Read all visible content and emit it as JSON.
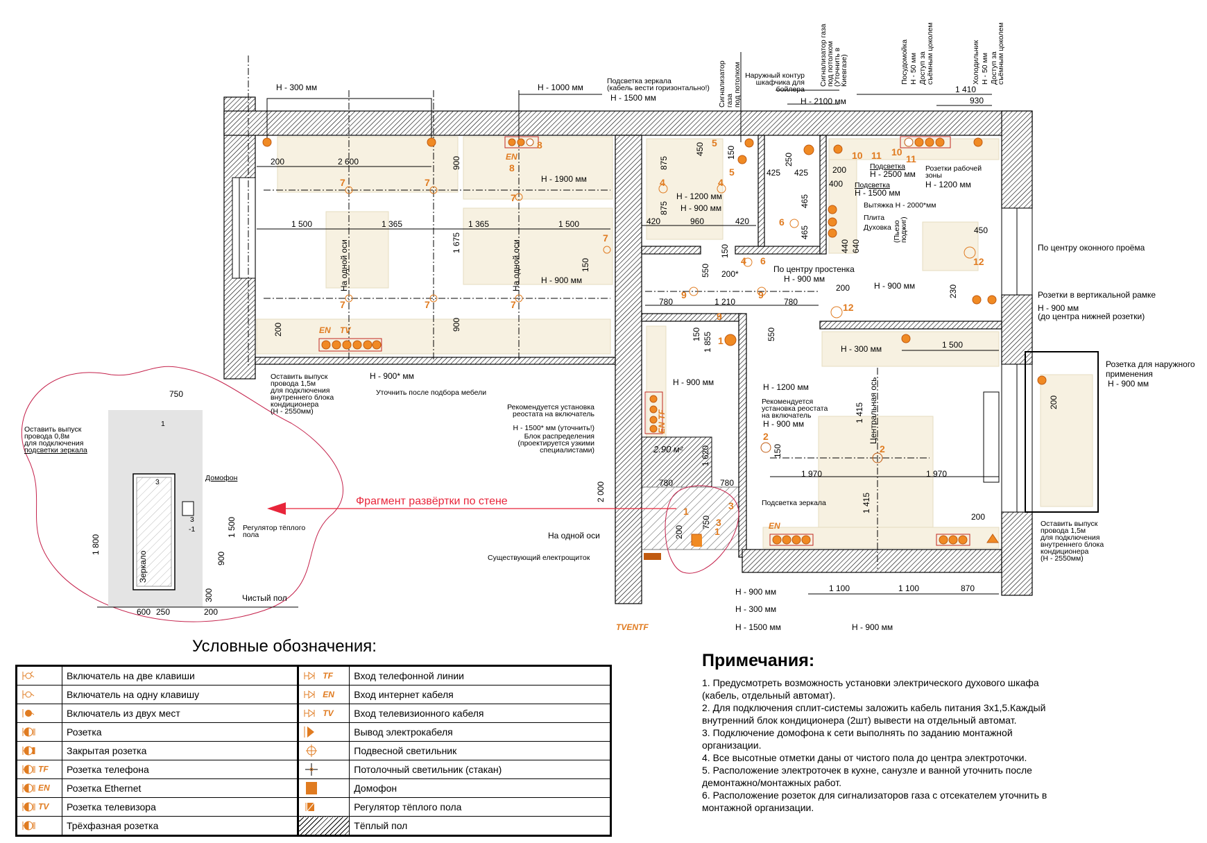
{
  "colors": {
    "accent": "#e07b20",
    "red": "#e8253a",
    "furniture": "#f7f1e1",
    "wall": "#000000"
  },
  "plan": {
    "top": [
      "Н - 300 мм",
      "Н - 1000 мм",
      "Подсветка зеркала",
      "(кабель вести горизонтально!)",
      "Н - 1500 мм",
      "Сигнализатор",
      "газа",
      "под потолком",
      "Наружный контур",
      "шкафчика для",
      "бойлера",
      "Н - 2100 мм",
      "Сигнализатор газа",
      "под потолком",
      "(Уточнить в",
      "Киевгазе)",
      "Посудомойка",
      "Н - 50 мм",
      "Доступ за",
      "съёмным цоколем",
      "1 410",
      "930",
      "Холодильник",
      "Н - 50 мм",
      "Доступ за",
      "съёмным цоколем"
    ],
    "living": [
      "200",
      "2 600",
      "900",
      "Н - 1900 мм",
      "1 500",
      "1 365",
      "1 365",
      "1 500",
      "1 675",
      "На одной оси",
      "На одной оси",
      "900",
      "Н - 900 мм",
      "150",
      "200",
      "EN",
      "TV",
      "Оставить выпуск",
      "провода 1,5м",
      "для подключения",
      "внутреннего блока",
      "кондиционера",
      "(Н - 2550мм)",
      "Н - 900* мм",
      "Уточнить после подбора мебели",
      "EN"
    ],
    "bath": [
      "450",
      "150",
      "875",
      "875",
      "Н - 1200 мм",
      "Н - 900 мм",
      "420",
      "960",
      "420",
      "250",
      "425",
      "425",
      "465",
      "465"
    ],
    "kitchen": [
      "200",
      "400",
      "Подсветка",
      "Н - 2500 мм",
      "Подсветка",
      "Н - 1500 мм",
      "Розетки рабочей",
      "зоны",
      "Н - 1200 мм",
      "Вытяжка Н - 2000*мм",
      "Плита",
      "Духовка",
      "(Пьезо",
      "поджиг)",
      "440",
      "640",
      "450",
      "По центру оконного проёма",
      "Розетки в вертикальной рамке",
      "Н - 900 мм",
      "(до центра нижней розетки)",
      "230",
      "200",
      "Н - 900 мм"
    ],
    "corridor": [
      "550",
      "150",
      "200*",
      "По центру простенка",
      "Н - 900 мм",
      "780",
      "1 210",
      "780",
      "150",
      "1 855",
      "550",
      "Н - 900 мм",
      "Н - 1200 мм"
    ],
    "bedroom": [
      "Н - 300 мм",
      "1 500",
      "Розетка для наружного",
      "применения",
      "Н - 900 мм",
      "200",
      "Рекомендуется",
      "установка реостата",
      "на включатель",
      "Н - 900 мм",
      "Центральная ось",
      "1 415",
      "1 415",
      "150",
      "1 970",
      "1 970",
      "Подсветка зеркала",
      "EN",
      "200",
      "Оставить выпуск",
      "провода 1,5м",
      "для подключения",
      "внутреннего блока",
      "кондиционера",
      "(Н - 2550мм)",
      "1 100",
      "1 100",
      "870",
      "Н - 900 мм",
      "Н - 300 мм",
      "Н - 1500 мм",
      "Н - 900 мм"
    ],
    "hall": [
      "Рекомендуется установка",
      "реостата на включатель",
      "Н - 1500* мм (уточнить!)",
      "Блок распределения",
      "(проектируется узкими",
      "специалистами)",
      "2.90 м²",
      "1 620",
      "2 000",
      "780",
      "780",
      "EN TF",
      "На одной оси",
      "Существующий електрощиток",
      "200",
      "750",
      "TVENTF"
    ],
    "markers": [
      "7",
      "7",
      "8",
      "8",
      "7",
      "7",
      "7",
      "7",
      "7",
      "5",
      "5",
      "4",
      "4",
      "6",
      "10",
      "11",
      "10",
      "11",
      "12",
      "12",
      "4",
      "6",
      "9",
      "9",
      "9",
      "1",
      "2",
      "2",
      "1",
      "3",
      "3",
      "1"
    ],
    "fragment_arrow": "Фрагмент развёртки по стене"
  },
  "fragment": {
    "labels": [
      "750",
      "Оставить выпуск",
      "провода 0,8м",
      "для подключения",
      "подсветки зеркала",
      "1",
      "3",
      "Домофон",
      "3",
      "-1",
      "Регулятор тёплого",
      "пола",
      "1 500",
      "1 800",
      "900",
      "Зеркало",
      "300",
      "Чистый пол",
      "600",
      "250",
      "200"
    ]
  },
  "legend": {
    "title": "Условные обозначения:",
    "left": [
      {
        "icon": "switch-two-keys-icon",
        "label": "Включатель на две клавиши"
      },
      {
        "icon": "switch-one-key-icon",
        "label": "Включатель на одну клавишу"
      },
      {
        "icon": "switch-two-places-icon",
        "label": "Включатель из двух мест"
      },
      {
        "icon": "socket-icon",
        "label": "Розетка"
      },
      {
        "icon": "closed-socket-icon",
        "label": "Закрытая розетка"
      },
      {
        "icon": "phone-socket-icon",
        "label": "Розетка телефона",
        "tag": "TF"
      },
      {
        "icon": "ethernet-socket-icon",
        "label": "Розетка Ethernet",
        "tag": "EN"
      },
      {
        "icon": "tv-socket-icon",
        "label": "Розетка телевизора",
        "tag": "TV"
      },
      {
        "icon": "three-phase-socket-icon",
        "label": "Трёхфазная розетка"
      }
    ],
    "right": [
      {
        "icon": "phone-input-icon",
        "label": "Вход телефонной линии",
        "tag": "TF"
      },
      {
        "icon": "internet-input-icon",
        "label": "Вход интернет кабеля",
        "tag": "EN"
      },
      {
        "icon": "tv-input-icon",
        "label": "Вход телевизионного кабеля",
        "tag": "TV"
      },
      {
        "icon": "cable-output-icon",
        "label": "Вывод электрокабеля"
      },
      {
        "icon": "pendant-light-icon",
        "label": "Подвесной светильник"
      },
      {
        "icon": "ceiling-light-icon",
        "label": "Потолочный светильник (стакан)"
      },
      {
        "icon": "intercom-icon",
        "label": "Домофон"
      },
      {
        "icon": "floor-heating-regulator-icon",
        "label": "Регулятор тёплого пола"
      },
      {
        "icon": "warm-floor-icon",
        "label": "Тёплый пол"
      }
    ]
  },
  "notes": {
    "title": "Примечания:",
    "lines": [
      "1. Предусмотреть возможность установки электрического духового шкафа",
      "(кабель, отдельный автомат).",
      "2. Для подключения сплит-системы заложить кабель питания 3х1,5.Каждый",
      "внутренний блок кондиционера (2шт) вывести на отдельный автомат.",
      "3. Подключение домофона к сети выполнять по заданию монтажной",
      "организации.",
      "4. Все высотные отметки даны от чистого пола до центра электроточки.",
      "5. Расположение электроточек в кухне, санузле и ванной уточнить после",
      "демонтажно/монтажных работ.",
      "6. Расположение розеток для сигнализаторов газа с отсекателем уточнить в",
      "монтажной организации."
    ]
  }
}
